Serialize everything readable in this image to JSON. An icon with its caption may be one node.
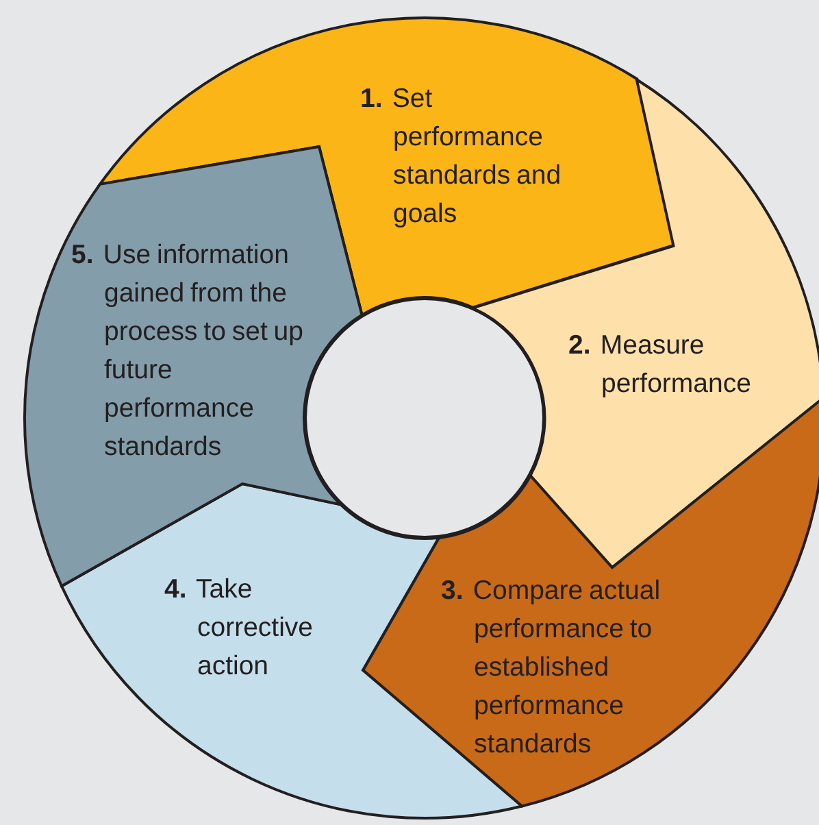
{
  "diagram": {
    "nodes": [
      {
        "text": [
          "**1.** Set performance standards and goals"
        ]
      },
      {
        "text": [
          "**2.** Measure performance"
        ]
      },
      {
        "text": [
          "**3.** Compare actual performance to established performance standards"
        ]
      },
      {
        "text": [
          "**4.** Take corrective action"
        ]
      },
      {
        "text": [
          "**5.** Use information gained from the process to set up future performance standards"
        ]
      },
      {
        "text": [],
        "shape": "circle"
      }
    ]
  }
}
